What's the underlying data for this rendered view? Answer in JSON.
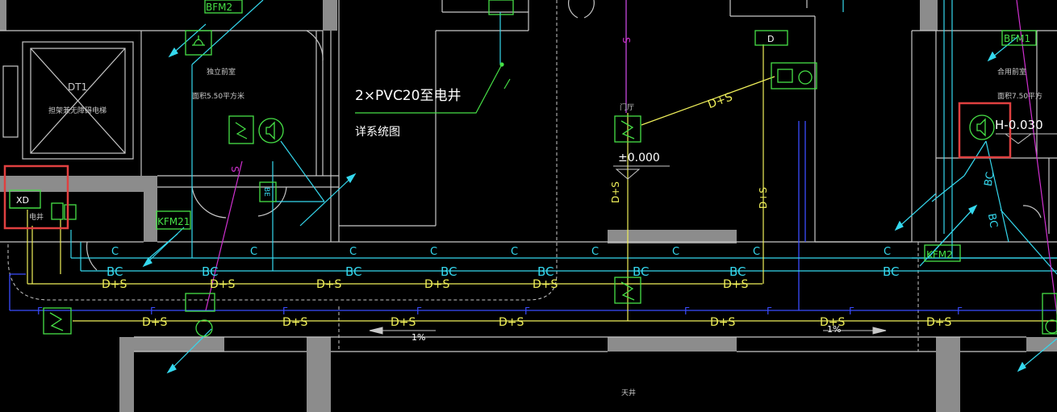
{
  "colors": {
    "background": "#000000",
    "wall": "#8c8c8c",
    "white_line": "#c8c8c8",
    "cyan": "#35d8ee",
    "yellow": "#f0f05a",
    "green": "#46e046",
    "blue": "#3a4cff",
    "magenta": "#d030d0",
    "highlight_red": "#e04040"
  },
  "rooms": {
    "elevator_id": "DT1",
    "elevator_desc": "担架兼无障碍电梯",
    "vestibule_left": "独立前室",
    "vestibule_left_area": "面积5.50平方米",
    "vestibule_right": "合用前室",
    "vestibule_right_area": "面积7.50平方",
    "lobby": "门厅",
    "courtyard": "天井",
    "shaft": "电井"
  },
  "tags": {
    "bfm2": "BFM2",
    "bfm1": "BFM1",
    "kfm21": "KFM21",
    "kfm2": "KFM2",
    "xd": "XD",
    "d_box": "D",
    "bb_label": "BE"
  },
  "annotations": {
    "pvc_note": "2×PVC20至电井",
    "system_note": "详系统图",
    "elev_zero": "±0.000",
    "elev_h": "H-0.030",
    "slope_left": "1%",
    "slope_right": "1%"
  },
  "line_labels": {
    "c": "C",
    "bc": "BC",
    "ds": "D+S",
    "f": "F",
    "s": "S"
  }
}
